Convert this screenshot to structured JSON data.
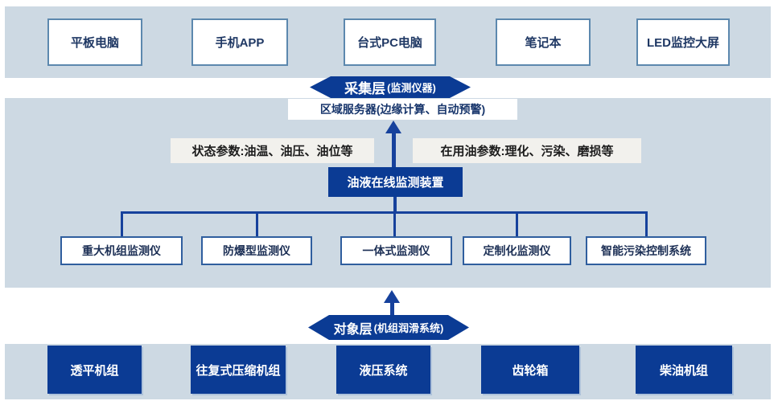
{
  "colors": {
    "band_background": "#cdd9e3",
    "dark_blue": "#0b3b94",
    "line_blue": "#16419c",
    "device_box_border": "#5c88ae",
    "monitor_box_border": "#2f5e9e",
    "device_text": "#1f3864",
    "label_background": "#f2f1ed"
  },
  "top_devices": [
    "平板电脑",
    "手机APP",
    "台式PC电脑",
    "笔记本",
    "LED监控大屏"
  ],
  "collection_layer": {
    "name": "采集层",
    "qualifier": "(监测仪器)"
  },
  "edge_server_label": "区域服务器(边缘计算、自动预警)",
  "status_params_label": "状态参数:油温、油压、油位等",
  "oil_params_label": "在用油参数:理化、污染、磨损等",
  "monitor_hub_label": "油液在线监测装置",
  "monitors": [
    "重大机组监测仪",
    "防爆型监测仪",
    "一体式监测仪",
    "定制化监测仪",
    "智能污染控制系统"
  ],
  "object_layer": {
    "name": "对象层",
    "qualifier": "(机组润滑系统)"
  },
  "equipment": [
    "透平机组",
    "往复式压缩机组",
    "液压系统",
    "齿轮箱",
    "柴油机组"
  ]
}
